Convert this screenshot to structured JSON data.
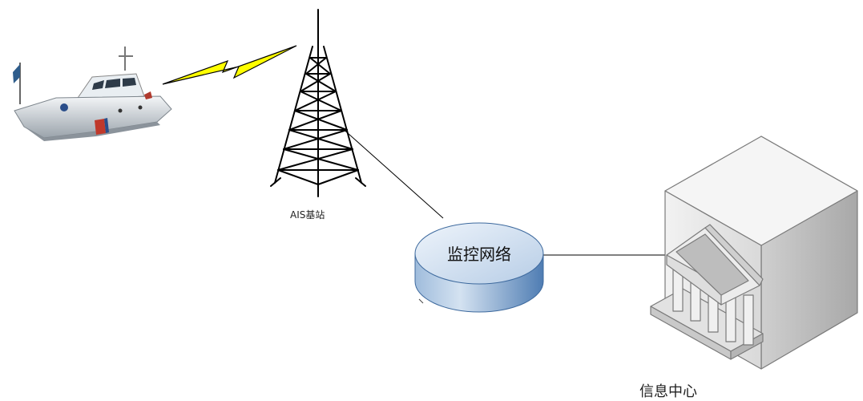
{
  "nodes": {
    "vessel": {
      "label": ""
    },
    "tower": {
      "label": "AIS基站"
    },
    "network": {
      "label": "监控网络"
    },
    "center": {
      "label": "信息中心"
    }
  },
  "colors": {
    "cylinder_top": "#d6e3f1",
    "cylinder_side_light": "#b9cfe7",
    "cylinder_side_dark": "#5f88ba",
    "lightning_fill": "#ffff00",
    "building_grey": "#e6e6e6",
    "link_line": "#000000"
  },
  "icons": [
    "patrol-boat-icon",
    "radio-tower-icon",
    "lightning-bolt-icon",
    "network-cylinder-icon",
    "bank-building-icon"
  ]
}
